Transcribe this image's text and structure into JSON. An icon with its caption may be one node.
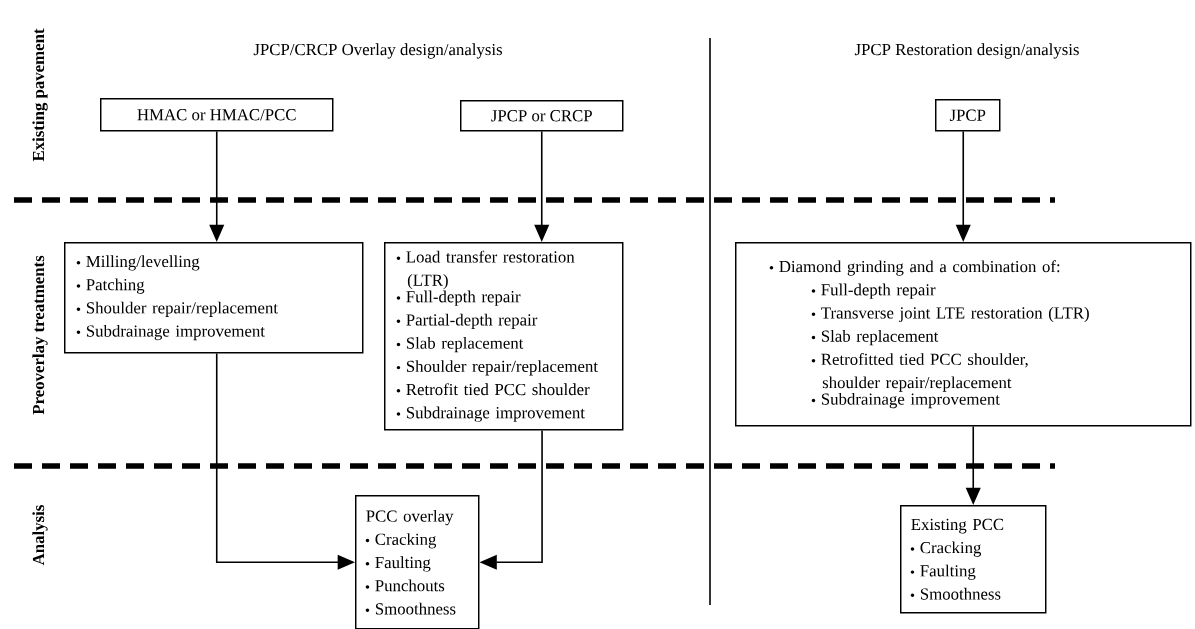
{
  "diagram": {
    "nodes": [
      {
        "text": [
          "HMAC or HMAC/PCC"
        ]
      },
      {
        "text": [
          "JPCP or CRCP"
        ]
      },
      {
        "text": [
          "JPCP"
        ]
      },
      {
        "text": [
          "Milling/levelling",
          "Patching",
          "Shoulder repair/replacement",
          "Subdrainage improvement"
        ]
      },
      {
        "text": [
          "Load transfer restoration (LTR)",
          "Full-depth repair",
          "Partial-depth repair",
          "Slab replacement",
          "Shoulder repair/replacement",
          "Retrofit tied PCC shoulder",
          "Subdrainage improvement"
        ]
      },
      {
        "text": [
          "Diamond grinding and a combination of:",
          "Full-depth repair",
          "Transverse joint LTE restoration (LTR)",
          "Slab replacement",
          "Retrofitted tied PCC shoulder, shoulder repair/replacement",
          "Subdrainage improvement"
        ]
      },
      {
        "text": [
          "PCC overlay",
          "Cracking",
          "Faulting",
          "Punchouts",
          "Smoothness"
        ]
      },
      {
        "text": [
          "Existing PCC",
          "Cracking",
          "Faulting",
          "Smoothness"
        ]
      }
    ],
    "edges": [
      {
        "from": 0,
        "to": 3,
        "arrow": "to"
      },
      {
        "from": 1,
        "to": 4,
        "arrow": "to"
      },
      {
        "from": 2,
        "to": 5,
        "arrow": "to"
      },
      {
        "from": 3,
        "to": 6,
        "arrow": "to"
      },
      {
        "from": 4,
        "to": 6,
        "arrow": "to"
      },
      {
        "from": 5,
        "to": 7,
        "arrow": "to"
      }
    ],
    "labels": [
      "Existing pavement",
      "JPCP/CRCP Overlay design/analysis",
      "JPCP Restoration design/analysis",
      "Preoverlay treatments",
      "Analysis"
    ]
  }
}
